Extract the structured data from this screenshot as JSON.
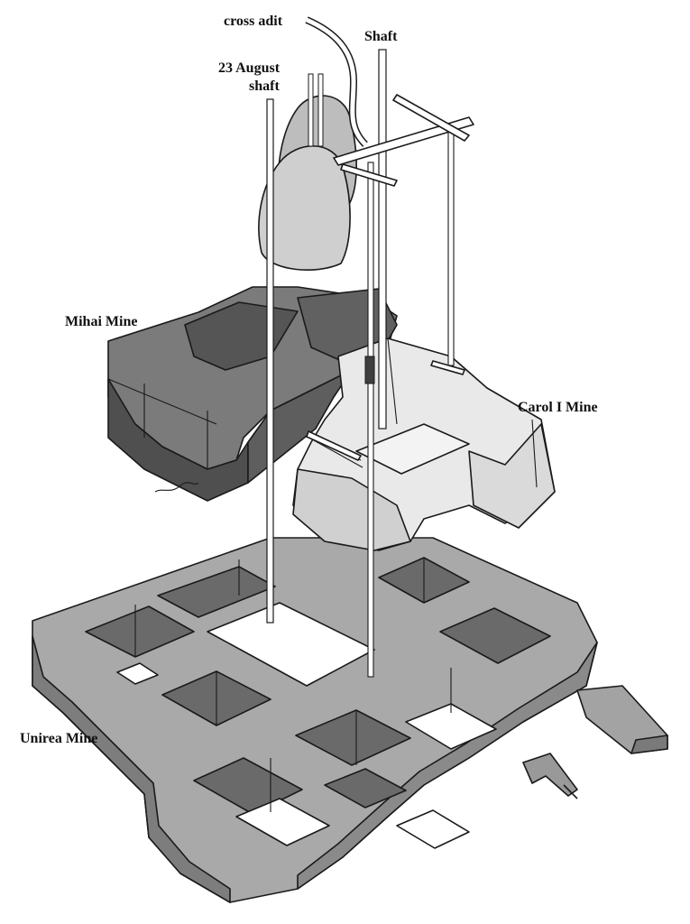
{
  "labels": {
    "cross_adit": "cross adit",
    "shaft": "Shaft",
    "august_line1": "23 August",
    "august_line2": "shaft",
    "mihai": "Mihai Mine",
    "carol": "Carol I Mine",
    "unirea": "Unirea Mine"
  },
  "colors": {
    "dark_mine": "#5a5a5a",
    "dark_mine_top": "#7b7b7b",
    "mid_mine": "#8c8c8c",
    "mid_mine_top": "#a6a6a6",
    "light_mine": "#d8d8d8",
    "light_mine_top": "#ececec",
    "cone": "#c9c9c9"
  }
}
